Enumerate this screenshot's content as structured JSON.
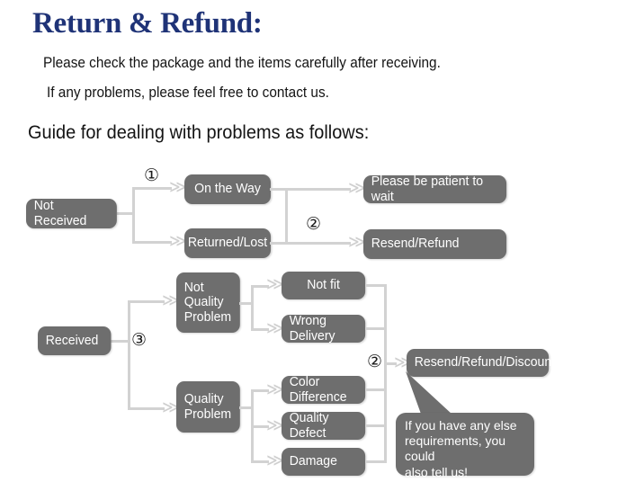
{
  "header": {
    "title": "Return & Refund:",
    "title_color": "#1f3377",
    "line1": "Please check the package and the items carefully after receiving.",
    "line2": "If any problems, please feel free to contact us.",
    "guide_heading": "Guide for dealing with problems as follows:"
  },
  "theme": {
    "node_fill": "#6e6e6e",
    "node_text": "#ffffff",
    "connector": "#d2d2d2",
    "background": "#ffffff"
  },
  "flowchart": {
    "arrow_glyph": "≫",
    "steps": {
      "one": "①",
      "two": "②",
      "two_b": "②",
      "three": "③"
    },
    "nodes": {
      "not_received": "Not Received",
      "on_the_way": "On the Way",
      "returned_lost": "Returned/Lost",
      "please_be_patient": "Please be patient to wait",
      "resend_refund": "Resend/Refund",
      "received": "Received",
      "not_quality_problem": "Not\nQuality\nProblem",
      "quality_problem": "Quality\nProblem",
      "not_fit": "Not fit",
      "wrong_delivery": "Wrong Delivery",
      "color_difference": "Color Difference",
      "quality_defect": "Quality Defect",
      "damage": "Damage",
      "resend_refund_discount": "Resend/Refund/Discount"
    },
    "callout": "If you have any else\nrequirements, you could\nalso tell us!"
  }
}
